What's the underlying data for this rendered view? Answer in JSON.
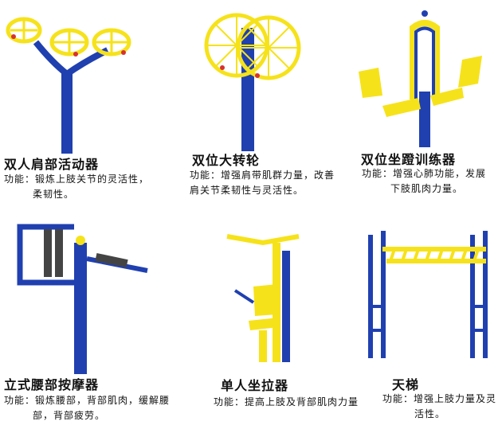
{
  "colors": {
    "frame_blue": "#2040b0",
    "accent_yellow": "#f6e21a",
    "handle_red": "#d83030",
    "text": "#111111"
  },
  "items": [
    {
      "title": "双人肩部活动器",
      "desc": [
        "功能：锻炼上肢关节的灵活性，",
        "柔韧性。"
      ],
      "icon": "double-shoulder-wheel-icon"
    },
    {
      "title": "双位大转轮",
      "desc": [
        "功能：增强肩带肌群力量，改善",
        "肩关节柔韧性与灵活性。"
      ],
      "icon": "double-big-wheel-icon"
    },
    {
      "title": "双位坐蹬训练器",
      "desc": [
        "功能：增强心肺功能，发展",
        "下肢肌肉力量。"
      ],
      "icon": "double-seat-pedal-trainer-icon"
    },
    {
      "title": "立式腰部按摩器",
      "desc": [
        "功能：锻炼腰部，背部肌肉，缓解腰",
        "部，背部疲劳。"
      ],
      "icon": "waist-massager-icon"
    },
    {
      "title": "单人坐拉器",
      "desc": [
        "功能：提高上肢及背部肌肉力量"
      ],
      "icon": "single-seat-pull-icon"
    },
    {
      "title": "天梯",
      "desc": [
        "功能：增强上肢力量及灵",
        "活性。"
      ],
      "icon": "sky-ladder-icon"
    }
  ]
}
